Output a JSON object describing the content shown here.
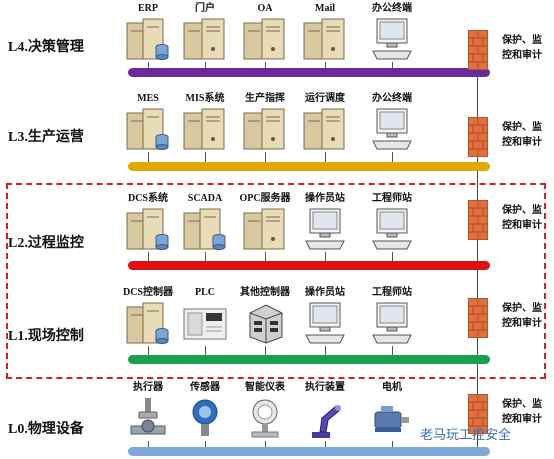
{
  "levels": [
    {
      "label": "L4.决策管理",
      "bus_color": "#6b2a9a",
      "nodes": [
        {
          "label": "ERP",
          "icon": "server-db-icon"
        },
        {
          "label": "门户",
          "icon": "server-icon"
        },
        {
          "label": "OA",
          "icon": "server-icon"
        },
        {
          "label": "Mail",
          "icon": "server-icon"
        },
        {
          "label": "办公终端",
          "icon": "workstation-icon"
        }
      ]
    },
    {
      "label": "L3.生产运营",
      "bus_color": "#e0a800",
      "nodes": [
        {
          "label": "MES",
          "icon": "server-db-icon"
        },
        {
          "label": "MIS系统",
          "icon": "server-icon"
        },
        {
          "label": "生产指挥",
          "icon": "server-icon"
        },
        {
          "label": "运行调度",
          "icon": "server-icon"
        },
        {
          "label": "办公终端",
          "icon": "workstation-icon"
        }
      ]
    },
    {
      "label": "L2.过程监控",
      "bus_color": "#e01010",
      "nodes": [
        {
          "label": "DCS系统",
          "icon": "server-db-icon"
        },
        {
          "label": "SCADA",
          "icon": "server-db-icon"
        },
        {
          "label": "OPC服务器",
          "icon": "server-icon"
        },
        {
          "label": "操作员站",
          "icon": "workstation-icon"
        },
        {
          "label": "工程师站",
          "icon": "workstation-icon"
        }
      ]
    },
    {
      "label": "L1.现场控制",
      "bus_color": "#1aa04a",
      "nodes": [
        {
          "label": "DCS控制器",
          "icon": "server-db-icon"
        },
        {
          "label": "PLC",
          "icon": "plc-icon"
        },
        {
          "label": "其他控制器",
          "icon": "controller-icon"
        },
        {
          "label": "操作员站",
          "icon": "workstation-icon"
        },
        {
          "label": "工程师站",
          "icon": "workstation-icon"
        }
      ]
    },
    {
      "label": "L0.物理设备",
      "bus_color": "#7fa7d8",
      "nodes": [
        {
          "label": "执行器",
          "icon": "valve-icon"
        },
        {
          "label": "传感器",
          "icon": "sensor-icon"
        },
        {
          "label": "智能仪表",
          "icon": "meter-icon"
        },
        {
          "label": "执行装置",
          "icon": "robot-arm-icon"
        },
        {
          "label": "电机",
          "icon": "motor-icon"
        }
      ]
    }
  ],
  "protection": {
    "line1": "保护、监",
    "line2": "控和审计",
    "icon": "firewall-icon",
    "color": "#e07040"
  },
  "watermark": "老马玩工控安全",
  "highlight_color": "#d42020"
}
